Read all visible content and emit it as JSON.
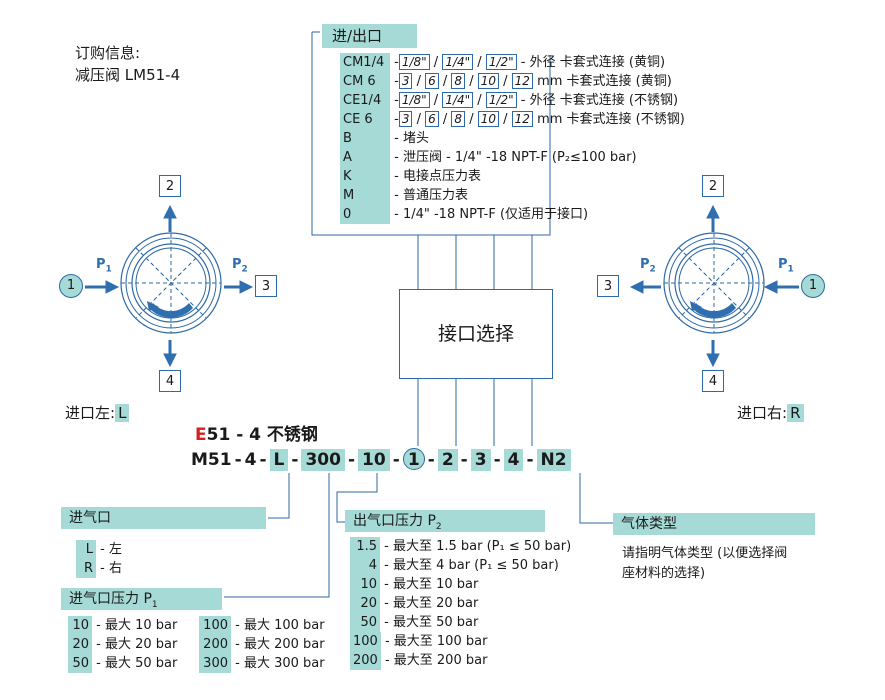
{
  "order_info": {
    "line1": "订购信息:",
    "line2": "减压阀 LM51-4"
  },
  "port_panel": {
    "title": "进/出口",
    "rows": [
      {
        "code": "CM1/4",
        "dash": "-",
        "options": [
          "1/8\"",
          "1/4\"",
          "1/2\""
        ],
        "seps": [
          "/",
          "/"
        ],
        "suffix": "- 外径 卡套式连接 (黄铜)"
      },
      {
        "code": "CM 6",
        "dash": "-",
        "options": [
          "3",
          "6",
          "8",
          "10",
          "12"
        ],
        "seps": [
          "/",
          "/",
          "/",
          "/"
        ],
        "suffix": "mm   卡套式连接 (黄铜)"
      },
      {
        "code": "CE1/4",
        "dash": "-",
        "options": [
          "1/8\"",
          "1/4\"",
          "1/2\""
        ],
        "seps": [
          "/",
          "/"
        ],
        "suffix": "- 外径 卡套式连接 (不锈钢)"
      },
      {
        "code": "CE 6",
        "dash": "-",
        "options": [
          "3",
          "6",
          "8",
          "10",
          "12"
        ],
        "seps": [
          "/",
          "/",
          "/",
          "/"
        ],
        "suffix": "mm   卡套式连接 (不锈钢)"
      }
    ],
    "simple_rows": [
      {
        "code": "B",
        "text": "- 堵头"
      },
      {
        "code": "A",
        "text": "- 泄压阀 - 1/4\" -18 NPT-F (P₂≤100 bar)"
      },
      {
        "code": "K",
        "text": "- 电接点压力表"
      },
      {
        "code": "M",
        "text": "- 普通压力表"
      },
      {
        "code": "0",
        "text": "- 1/4\" -18 NPT-F (仅适用于接口)"
      }
    ]
  },
  "port_select": "接口选择",
  "valve_left": {
    "ports": {
      "top": "2",
      "left": "1",
      "right": "3",
      "bottom": "4"
    },
    "p_in": "P",
    "p_in_sub": "1",
    "p_out": "P",
    "p_out_sub": "2",
    "caption": "进口左:",
    "code": "L"
  },
  "valve_right": {
    "ports": {
      "top": "2",
      "left": "3",
      "right": "1",
      "bottom": "4"
    },
    "p_in": "P",
    "p_in_sub": "1",
    "p_out": "P",
    "p_out_sub": "2",
    "caption": "进口右:",
    "code": "R"
  },
  "example": {
    "prefix": "E",
    "title_rest": "51 - 4 不锈钢",
    "model_parts": [
      "M51",
      "-",
      "4",
      "-",
      "L",
      "-",
      "300",
      "-",
      "10",
      "-",
      "1",
      "-",
      "2",
      "-",
      "3",
      "-",
      "4",
      "-",
      "N2"
    ]
  },
  "inlet_section": {
    "title": "进气口",
    "items": [
      {
        "code": "L",
        "text": "- 左"
      },
      {
        "code": "R",
        "text": "- 右"
      }
    ]
  },
  "p1_section": {
    "title": "进气口压力 P",
    "title_sub": "1",
    "col1": [
      {
        "code": "10",
        "text": "- 最大 10 bar"
      },
      {
        "code": "20",
        "text": "- 最大 20 bar"
      },
      {
        "code": "50",
        "text": "- 最大 50 bar"
      }
    ],
    "col2": [
      {
        "code": "100",
        "text": "- 最大 100 bar"
      },
      {
        "code": "200",
        "text": "- 最大 200 bar"
      },
      {
        "code": "300",
        "text": "- 最大 300 bar"
      }
    ]
  },
  "p2_section": {
    "title": "出气口压力 P",
    "title_sub": "2",
    "items": [
      {
        "code": "1.5",
        "text": "- 最大至 1.5 bar (P₁ ≤ 50 bar)"
      },
      {
        "code": "4",
        "text": "- 最大至 4 bar (P₁ ≤ 50 bar)"
      },
      {
        "code": "10",
        "text": "- 最大至 10 bar"
      },
      {
        "code": "20",
        "text": "- 最大至 20 bar"
      },
      {
        "code": "50",
        "text": "- 最大至 50 bar"
      },
      {
        "code": "100",
        "text": "- 最大至 100 bar"
      },
      {
        "code": "200",
        "text": "- 最大至 200 bar"
      }
    ]
  },
  "gas_section": {
    "title": "气体类型",
    "desc_line1": "请指明气体类型 (以便选择阀",
    "desc_line2": "座材料的选择)"
  },
  "colors": {
    "accent": "#a6dad6",
    "line": "#2d6aa6",
    "arrow": "#2f6fb0",
    "red": "#d42020"
  }
}
